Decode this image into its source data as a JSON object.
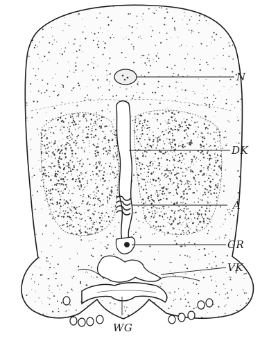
{
  "figure": {
    "labels": {
      "n": "N",
      "dk": "DK",
      "a": "A",
      "gr": "GR",
      "vk": "VK",
      "wg": "WG"
    },
    "colors": {
      "ink": "#1a1a1a",
      "stipple": "#3a3a3a",
      "paper": "#ffffff"
    }
  }
}
